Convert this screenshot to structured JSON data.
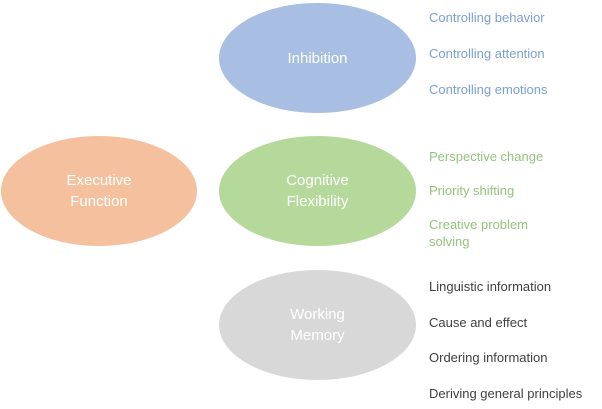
{
  "colors": {
    "executive": "#f5c09e",
    "inhibition": "#a8bfe3",
    "cognitive": "#b5d99a",
    "working": "#d8d8d8",
    "inhibition_text": "#7b9fd6",
    "cognitive_text": "#93c47d",
    "working_text": "#404040"
  },
  "nodes": {
    "executive": "Executive\nFunction",
    "inhibition": "Inhibition",
    "cognitive": "Cognitive\nFlexibility",
    "working": "Working\nMemory"
  },
  "inhibition_items": [
    "Controlling behavior",
    "Controlling attention",
    "Controlling emotions"
  ],
  "cognitive_items": [
    "Perspective change",
    "Priority shifting",
    "Creative problem\nsolving"
  ],
  "working_items": [
    "Linguistic information",
    "Cause and effect",
    "Ordering information",
    "Deriving general principles"
  ]
}
